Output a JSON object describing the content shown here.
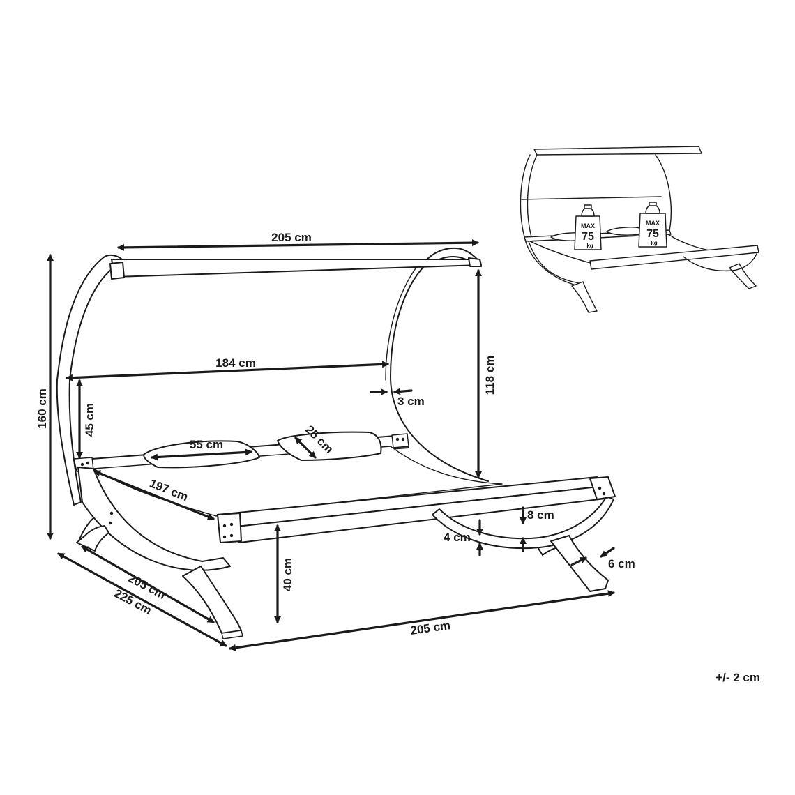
{
  "dimensions": {
    "canopy_width": "205 cm",
    "inner_width": "184 cm",
    "canopy_thickness": "3 cm",
    "frame_height_above_bed": "118 cm",
    "total_height": "160 cm",
    "backrest_height": "45 cm",
    "pillow_width": "55 cm",
    "pillow_depth": "25 cm",
    "bed_diagonal": "197 cm",
    "frame_beam": "8 cm",
    "foot_height": "4 cm",
    "leg_thickness": "6 cm",
    "seat_height": "40 cm",
    "depth_inner": "205 cm",
    "depth_outer": "225 cm",
    "base_width": "205 cm"
  },
  "load": {
    "left": {
      "label": "MAX",
      "value": "75",
      "unit": "kg"
    },
    "right": {
      "label": "MAX",
      "value": "75",
      "unit": "kg"
    }
  },
  "tolerance": "+/- 2 cm",
  "colors": {
    "ink": "#1a1a1a",
    "background": "#ffffff"
  }
}
